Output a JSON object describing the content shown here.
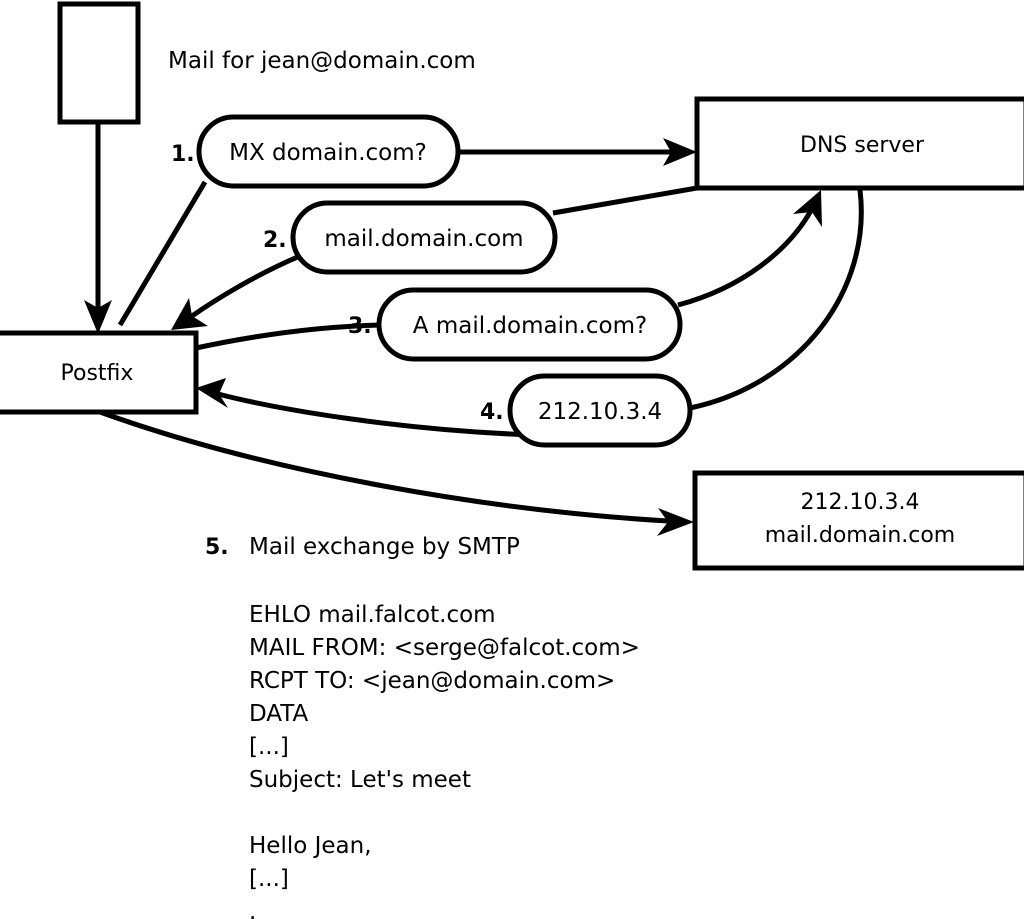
{
  "diagram": {
    "title_note": "Mail for jean@domain.com",
    "nodes": [
      {
        "id": "sender",
        "name": "sender-box",
        "label": ""
      },
      {
        "id": "postfix",
        "name": "postfix-box",
        "label": "Postfix"
      },
      {
        "id": "dns",
        "name": "dns-server-box",
        "label": "DNS server"
      },
      {
        "id": "target",
        "name": "target-server-box",
        "label_line1": "212.10.3.4",
        "label_line2": "mail.domain.com"
      }
    ],
    "steps": [
      {
        "num": "1.",
        "label": "MX domain.com?"
      },
      {
        "num": "2.",
        "label": "mail.domain.com"
      },
      {
        "num": "3.",
        "label": "A mail.domain.com?"
      },
      {
        "num": "4.",
        "label": "212.10.3.4"
      },
      {
        "num": "5.",
        "label": "Mail exchange by SMTP"
      }
    ],
    "transcript": [
      "EHLO mail.falcot.com",
      "MAIL FROM: <serge@falcot.com>",
      "RCPT TO: <jean@domain.com>",
      "DATA",
      "[...]",
      "Subject: Let's meet",
      "",
      "Hello Jean,",
      "[...]",
      "."
    ],
    "colors": {
      "stroke": "#000000",
      "fill": "#ffffff",
      "text": "#000000"
    }
  }
}
